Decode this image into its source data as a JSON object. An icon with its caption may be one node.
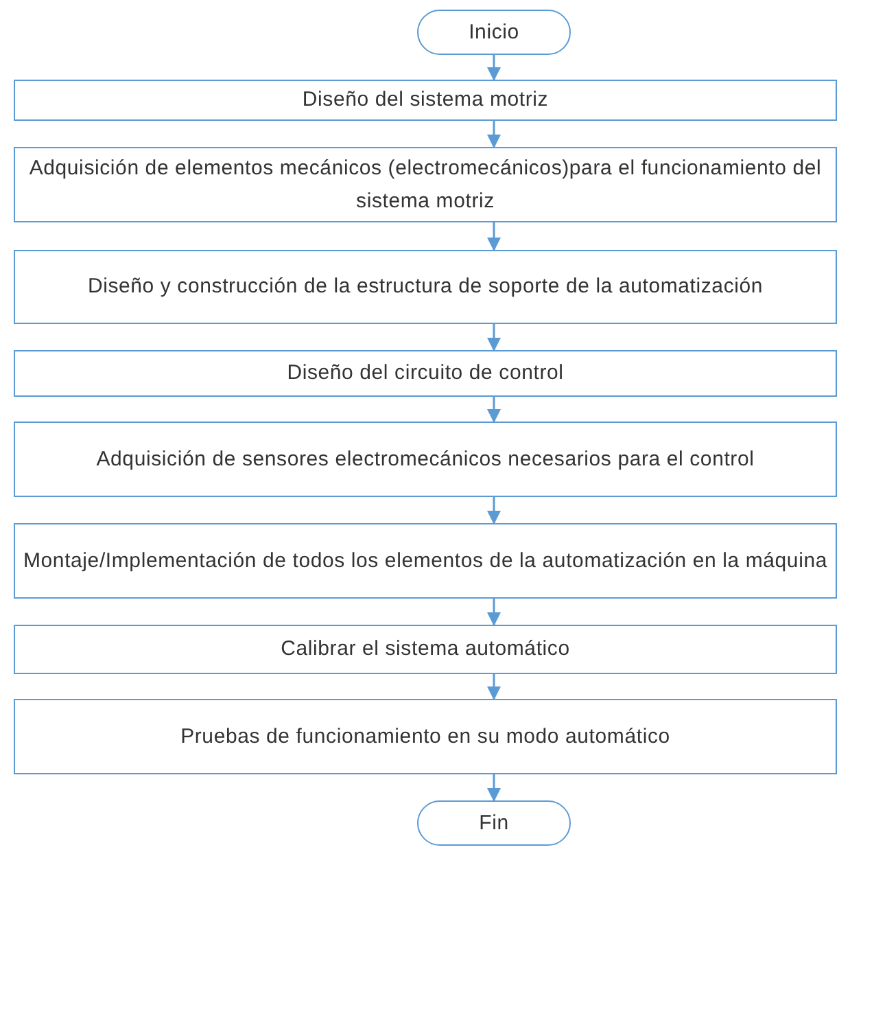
{
  "diagram": {
    "nodes": [
      {
        "text": [
          "Inicio"
        ]
      },
      {
        "text": [
          "Diseño del sistema motriz"
        ]
      },
      {
        "text": [
          "Adquisición de elementos mecánicos (electromecánicos)para el funcionamiento del sistema motriz"
        ]
      },
      {
        "text": [
          "Diseño y construcción de la estructura de soporte de la automatización"
        ]
      },
      {
        "text": [
          "Diseño del circuito de control"
        ]
      },
      {
        "text": [
          "Adquisición de sensores electromecánicos necesarios para el control"
        ]
      },
      {
        "text": [
          "Montaje/Implementación de todos los elementos de la automatización en la máquina"
        ]
      },
      {
        "text": [
          "Calibrar el sistema automático"
        ]
      },
      {
        "text": [
          "Pruebas de funcionamiento en su modo automático"
        ]
      },
      {
        "text": [
          "Fin"
        ]
      }
    ],
    "edges": [
      {
        "from": 0,
        "to": 1,
        "arrow": "to"
      },
      {
        "from": 1,
        "to": 2,
        "arrow": "to"
      },
      {
        "from": 2,
        "to": 3,
        "arrow": "to"
      },
      {
        "from": 3,
        "to": 4,
        "arrow": "to"
      },
      {
        "from": 4,
        "to": 5,
        "arrow": "to"
      },
      {
        "from": 5,
        "to": 6,
        "arrow": "to"
      },
      {
        "from": 6,
        "to": 7,
        "arrow": "to"
      },
      {
        "from": 7,
        "to": 8,
        "arrow": "to"
      },
      {
        "from": 8,
        "to": 9,
        "arrow": "to"
      }
    ]
  }
}
